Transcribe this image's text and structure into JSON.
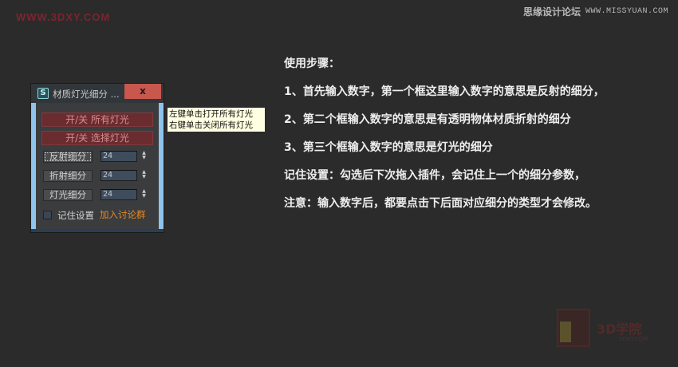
{
  "watermarks": {
    "left": "WWW.3DXY.COM",
    "right_cn": "思缘设计论坛",
    "right_url": "WWW.MISSYUAN.COM",
    "logo_text": "3D学院",
    "logo_sub": "3DXY.COM"
  },
  "dialog": {
    "title": "材质灯光细分 ...",
    "close_label": "x",
    "app_icon_glyph": "S",
    "buttons": {
      "toggle_all_lights": "开/关  所有灯光",
      "toggle_selected_lights": "开/关  选择灯光"
    },
    "rows": [
      {
        "label": "反射细分",
        "value": "24"
      },
      {
        "label": "折射细分",
        "value": "24"
      },
      {
        "label": "灯光细分",
        "value": "24"
      }
    ],
    "remember_label": "记住设置",
    "remember_checked": false,
    "join_group_link": "加入讨论群"
  },
  "tooltip": {
    "line1": "左键单击打开所有灯光",
    "line2": "右键单击关闭所有灯光"
  },
  "instructions": {
    "heading": "使用步骤：",
    "step1": "1、首先输入数字，第一个框这里输入数字的意思是反射的细分，",
    "step2": "2、第二个框输入数字的意思是有透明物体材质折射的细分",
    "step3": "3、第三个框输入数字的意思是灯光的细分",
    "remember": "记住设置：勾选后下次拖入插件，会记住上一个的细分参数，",
    "note": "注意：输入数字后，都要点击下后面对应细分的类型才会修改。"
  },
  "colors": {
    "background": "#2b2b2b",
    "close_button": "#c8574e",
    "red_button": "#6b2c30",
    "side_border": "#8fc3ec",
    "link": "#e8891f",
    "tooltip_bg": "#ffffe1"
  }
}
